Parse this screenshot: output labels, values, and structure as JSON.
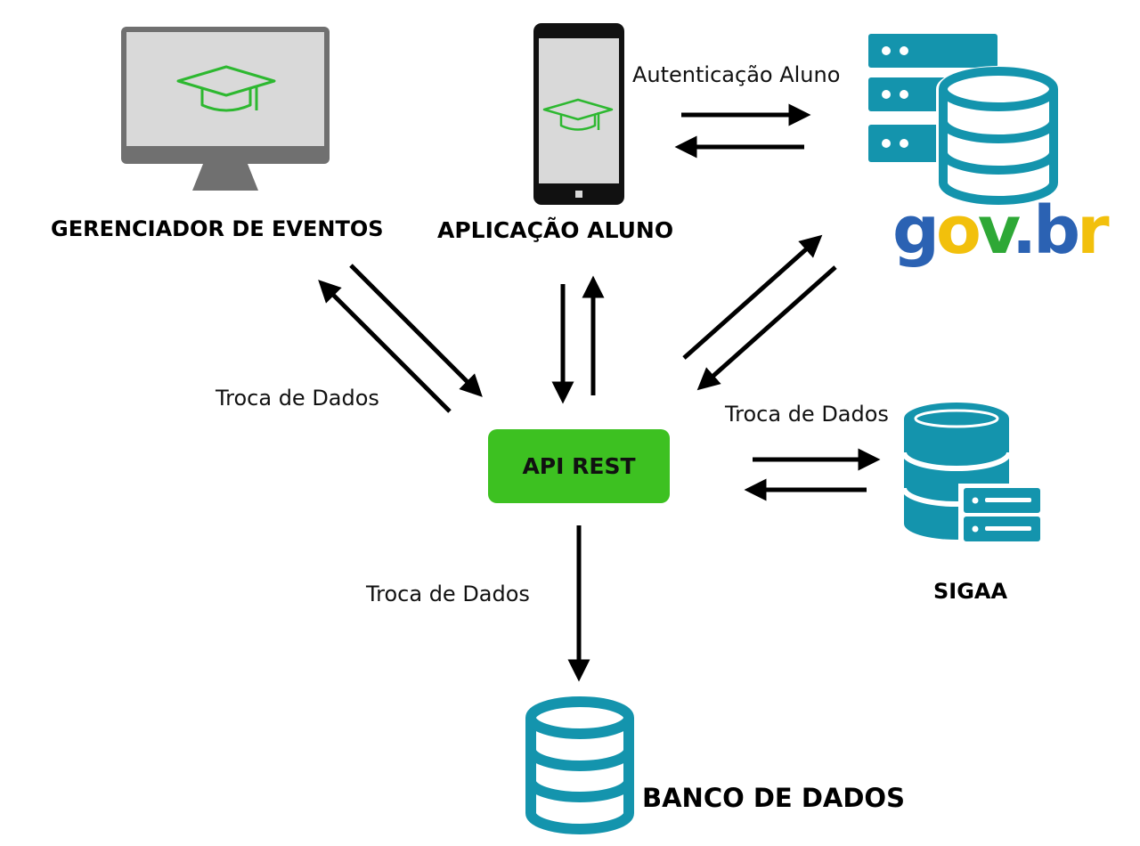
{
  "nodes": {
    "gerenciador": "GERENCIADOR DE EVENTOS",
    "aplicacao": "APLICAÇÃO ALUNO",
    "api": "API REST",
    "sigaa": "SIGAA",
    "banco": "BANCO DE DADOS"
  },
  "edges": {
    "autenticacao": "Autenticação Aluno",
    "troca_left": "Troca de Dados",
    "troca_right": "Troca de Dados",
    "troca_bottom": "Troca de Dados"
  },
  "govbr": {
    "g": "g",
    "o": "o",
    "v": "v",
    "dot": ".",
    "b": "b",
    "r": "r"
  },
  "colors": {
    "api": "#3dc121",
    "teal": "#1494ad",
    "grey": "#707070",
    "screen": "#d9d9d9",
    "cap": "#2db830",
    "gov_blue": "#2b62b3",
    "gov_yellow": "#f2c00c",
    "gov_green": "#2ea836"
  }
}
